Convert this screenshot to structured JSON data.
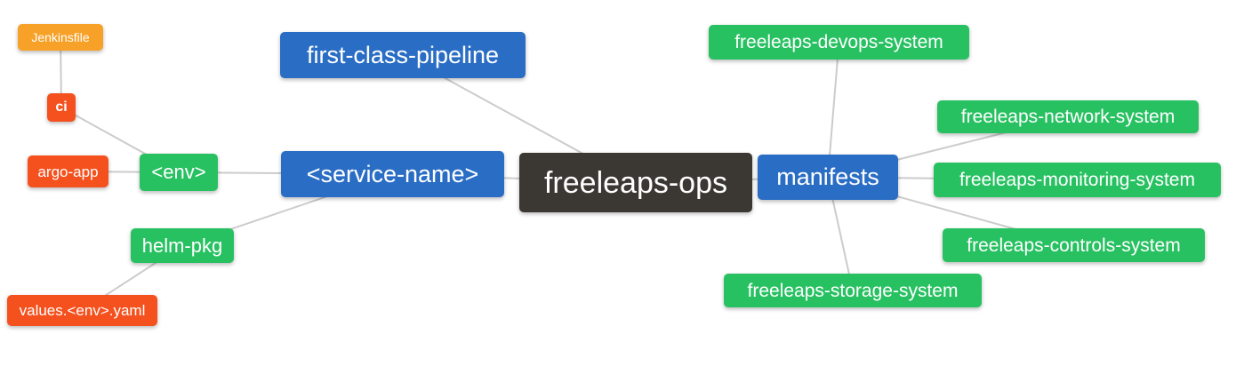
{
  "palette": {
    "blue": "#2a6dc4",
    "green": "#28c162",
    "red": "#f4511e",
    "orange": "#f7a128",
    "dark": "#3b3733",
    "edge": "#cccccc",
    "text": "#ffffff",
    "background": "#ffffff"
  },
  "diagram": {
    "title": "freeleaps-ops mind map",
    "nodes": [
      {
        "id": "jenkinsfile",
        "label": "Jenkinsfile",
        "color": "orange"
      },
      {
        "id": "ci",
        "label": "ci",
        "color": "red"
      },
      {
        "id": "argo-app",
        "label": "argo-app",
        "color": "red"
      },
      {
        "id": "env",
        "label": "<env>",
        "color": "green"
      },
      {
        "id": "helm-pkg",
        "label": "helm-pkg",
        "color": "green"
      },
      {
        "id": "values",
        "label": "values.<env>.yaml",
        "color": "red"
      },
      {
        "id": "fcp",
        "label": "first-class-pipeline",
        "color": "blue"
      },
      {
        "id": "service",
        "label": "<service-name>",
        "color": "blue"
      },
      {
        "id": "ops",
        "label": "freeleaps-ops",
        "color": "dark"
      },
      {
        "id": "manifests",
        "label": "manifests",
        "color": "blue"
      },
      {
        "id": "devops",
        "label": "freeleaps-devops-system",
        "color": "green"
      },
      {
        "id": "network",
        "label": "freeleaps-network-system",
        "color": "green"
      },
      {
        "id": "monitoring",
        "label": "freeleaps-monitoring-system",
        "color": "green"
      },
      {
        "id": "controls",
        "label": "freeleaps-controls-system",
        "color": "green"
      },
      {
        "id": "storage",
        "label": "freeleaps-storage-system",
        "color": "green"
      }
    ],
    "edges": [
      [
        "jenkinsfile",
        "ci"
      ],
      [
        "ci",
        "env"
      ],
      [
        "argo-app",
        "env"
      ],
      [
        "env",
        "service"
      ],
      [
        "helm-pkg",
        "service"
      ],
      [
        "values",
        "helm-pkg"
      ],
      [
        "fcp",
        "ops"
      ],
      [
        "service",
        "ops"
      ],
      [
        "ops",
        "manifests"
      ],
      [
        "manifests",
        "devops"
      ],
      [
        "manifests",
        "network"
      ],
      [
        "manifests",
        "monitoring"
      ],
      [
        "manifests",
        "controls"
      ],
      [
        "manifests",
        "storage"
      ]
    ]
  }
}
